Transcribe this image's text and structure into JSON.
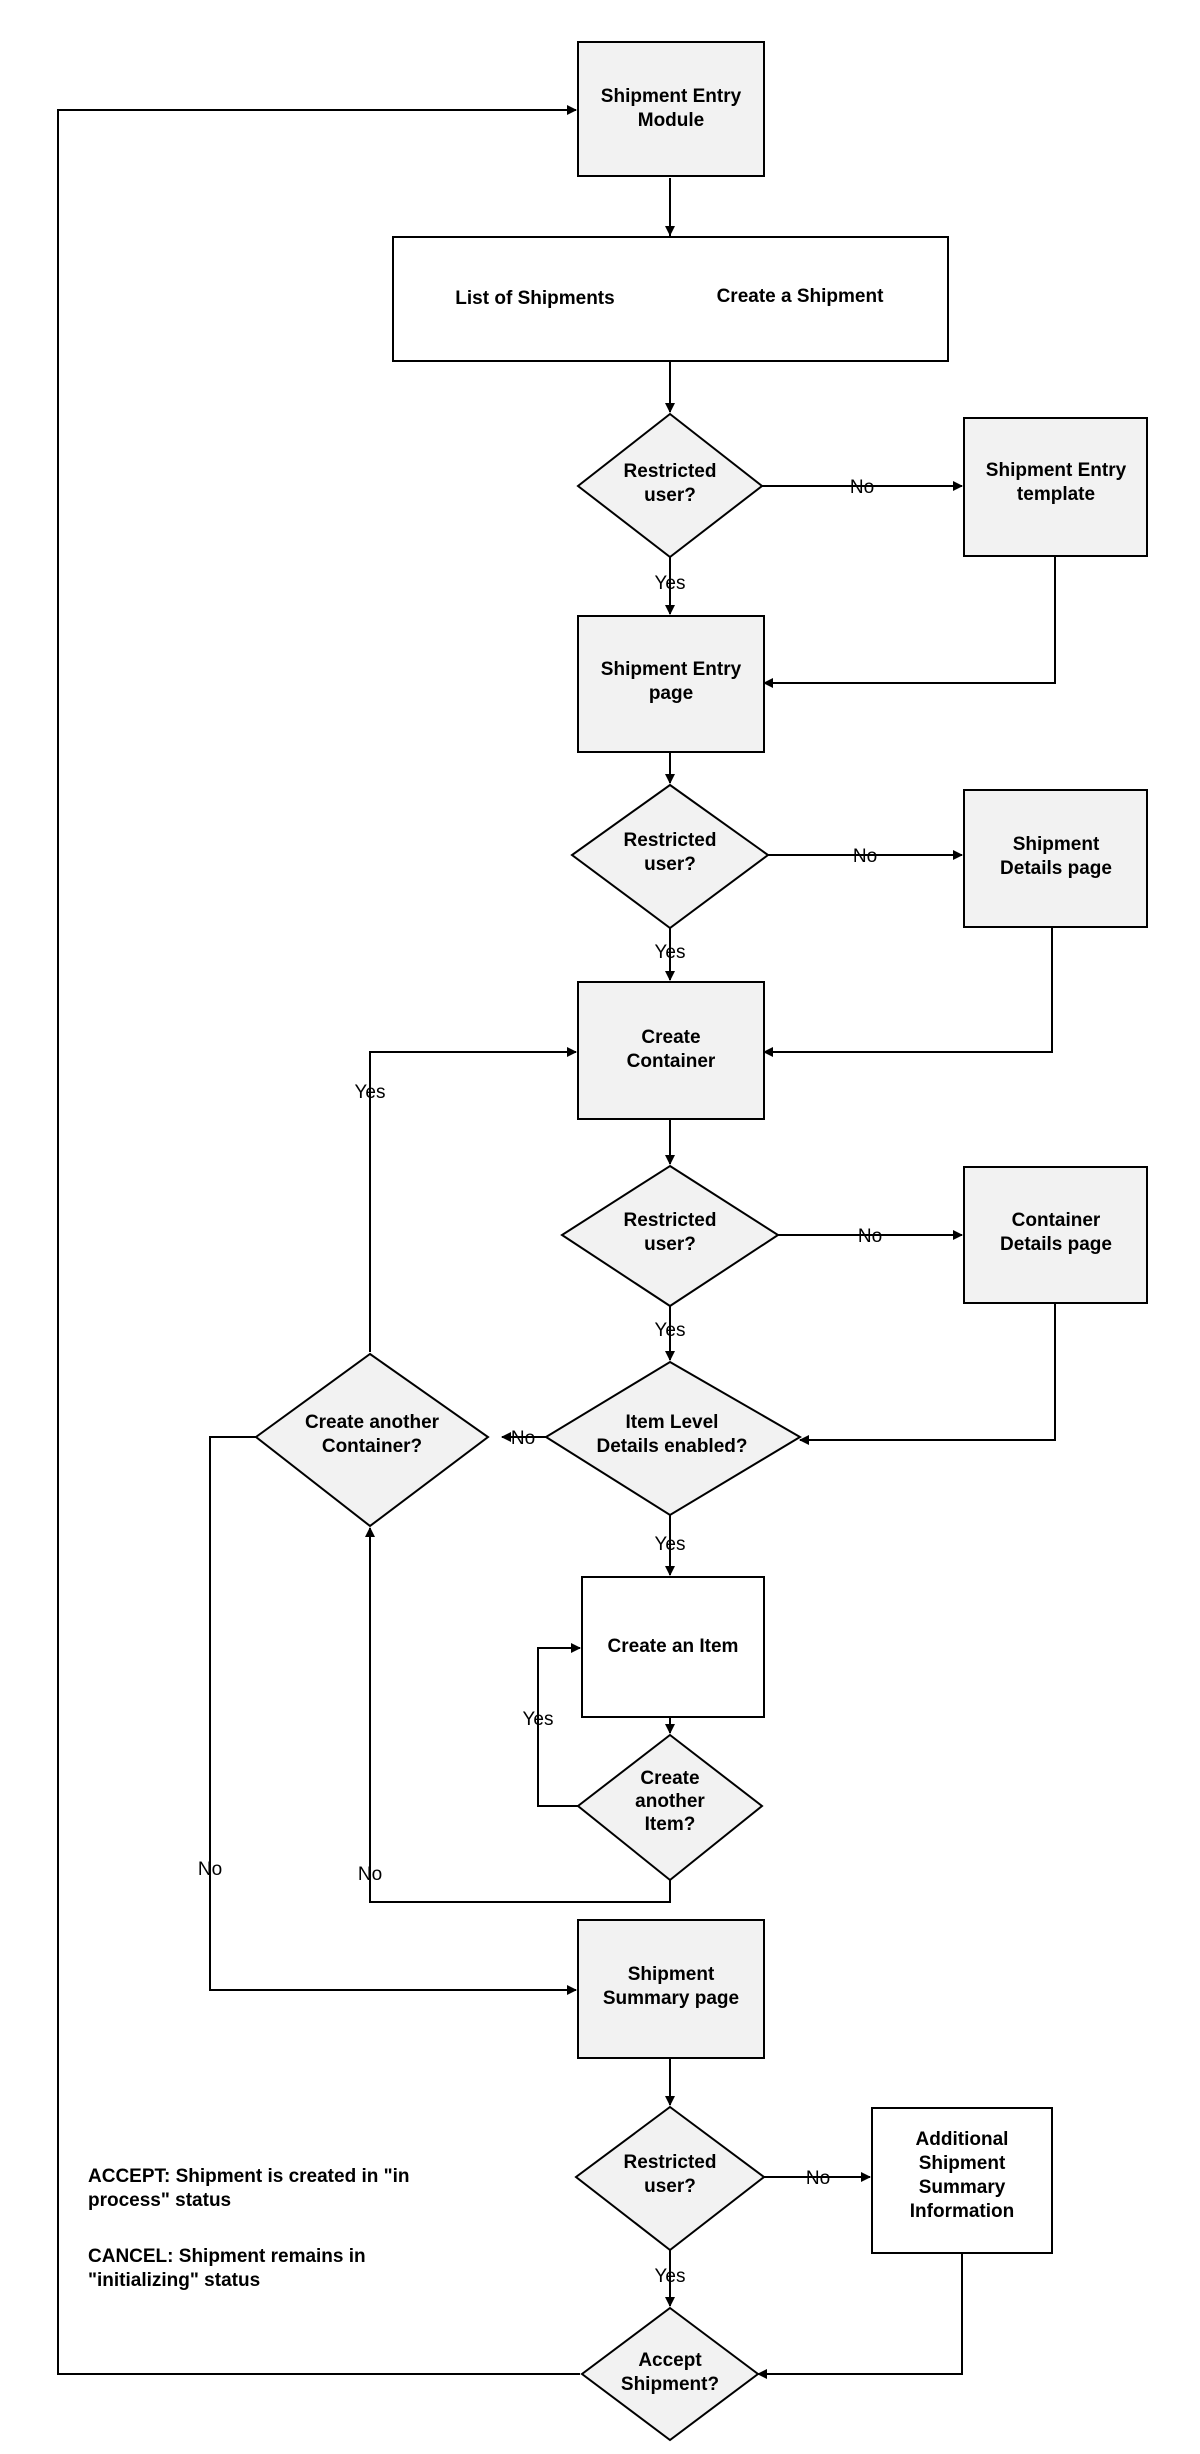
{
  "nodes": {
    "module": [
      "Shipment Entry",
      "Module"
    ],
    "list": [
      "List of Shipments"
    ],
    "create_shipment": [
      "Create a Shipment"
    ],
    "d1": [
      "Restricted",
      "user?"
    ],
    "template": [
      "Shipment Entry",
      "template"
    ],
    "entry_page": [
      "Shipment Entry",
      "page"
    ],
    "d2": [
      "Restricted",
      "user?"
    ],
    "details_page": [
      "Shipment",
      "Details page"
    ],
    "create_container": [
      "Create",
      "Container"
    ],
    "d3": [
      "Restricted",
      "user?"
    ],
    "container_details": [
      "Container",
      "Details page"
    ],
    "item_level": [
      "Item Level",
      "Details enabled?"
    ],
    "another_container": [
      "Create another",
      "Container?"
    ],
    "create_item": [
      "Create an Item"
    ],
    "another_item": [
      "Create",
      "another",
      "Item?"
    ],
    "summary_page": [
      "Shipment",
      "Summary page"
    ],
    "d4": [
      "Restricted",
      "user?"
    ],
    "additional": [
      "Additional",
      "Shipment",
      "Summary",
      "Information"
    ],
    "accept": [
      "Accept",
      "Shipment?"
    ]
  },
  "edges": {
    "e1": "No",
    "e2": "Yes",
    "e3": "No",
    "e4": "Yes",
    "e5": "No",
    "e6": "Yes",
    "e7": "No",
    "e8": "Yes",
    "e9": "Yes",
    "e10": "Yes",
    "e11": "No",
    "e12": "No",
    "e13": "No",
    "e14": "Yes"
  },
  "notes": {
    "accept": [
      "ACCEPT: Shipment is created in \"in",
      "process\" status"
    ],
    "cancel": [
      "CANCEL: Shipment remains in",
      "\"initializing\" status"
    ]
  }
}
